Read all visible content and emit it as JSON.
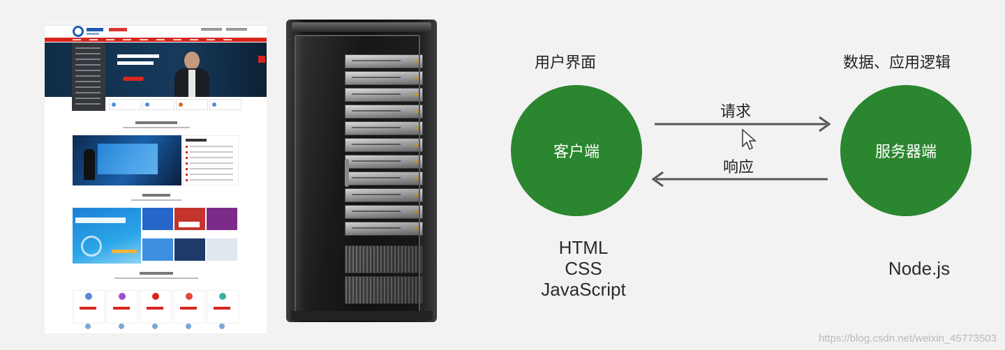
{
  "diagram": {
    "client_header": "用户界面",
    "server_header": "数据、应用逻辑",
    "client_node": "客户端",
    "server_node": "服务器端",
    "request_label": "请求",
    "response_label": "响应",
    "client_tech": [
      "HTML",
      "CSS",
      "JavaScript"
    ],
    "server_tech": [
      "Node.js"
    ]
  },
  "colors": {
    "node_fill": "#2a862f",
    "arrow": "#555555",
    "background": "#f2f2f2"
  },
  "images": {
    "website": "website-screenshot-illustration",
    "server": "server-rack-illustration"
  },
  "watermark": "https://blog.csdn.net/weixin_45773503"
}
